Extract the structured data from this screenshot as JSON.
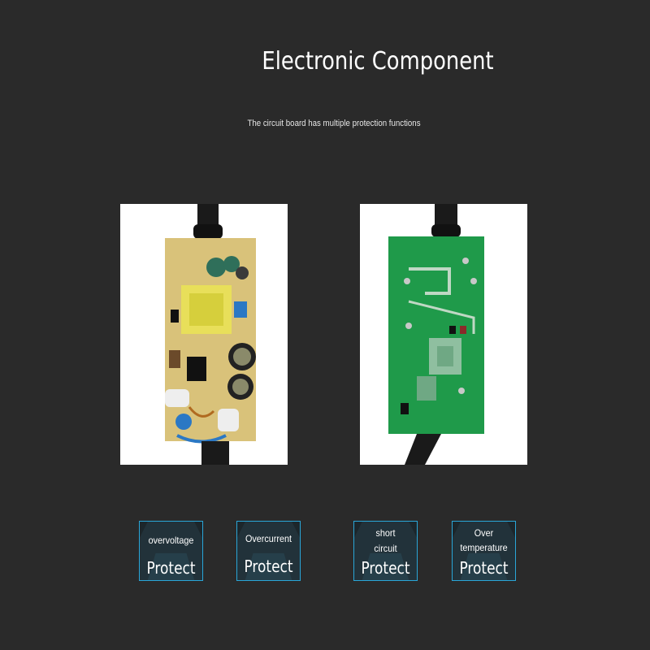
{
  "header": {
    "title": "Electronic Component",
    "subtitle": "The circuit board has multiple protection functions"
  },
  "photos": [
    {
      "name": "component-side-pcb",
      "board_color": "#d9c27a"
    },
    {
      "name": "solder-side-pcb",
      "board_color": "#1f9a4a"
    }
  ],
  "badges": [
    {
      "line1": "overvoltage",
      "line2": "",
      "protect": "Protect"
    },
    {
      "line1": "Overcurrent",
      "line2": "",
      "protect": "Protect"
    },
    {
      "line1": "short",
      "line2": "circuit",
      "protect": "Protect"
    },
    {
      "line1": "Over",
      "line2": "temperature",
      "protect": "Protect"
    }
  ],
  "colors": {
    "background": "#2a2a2a",
    "badge_border": "#2aa6d8",
    "text": "#ffffff"
  }
}
